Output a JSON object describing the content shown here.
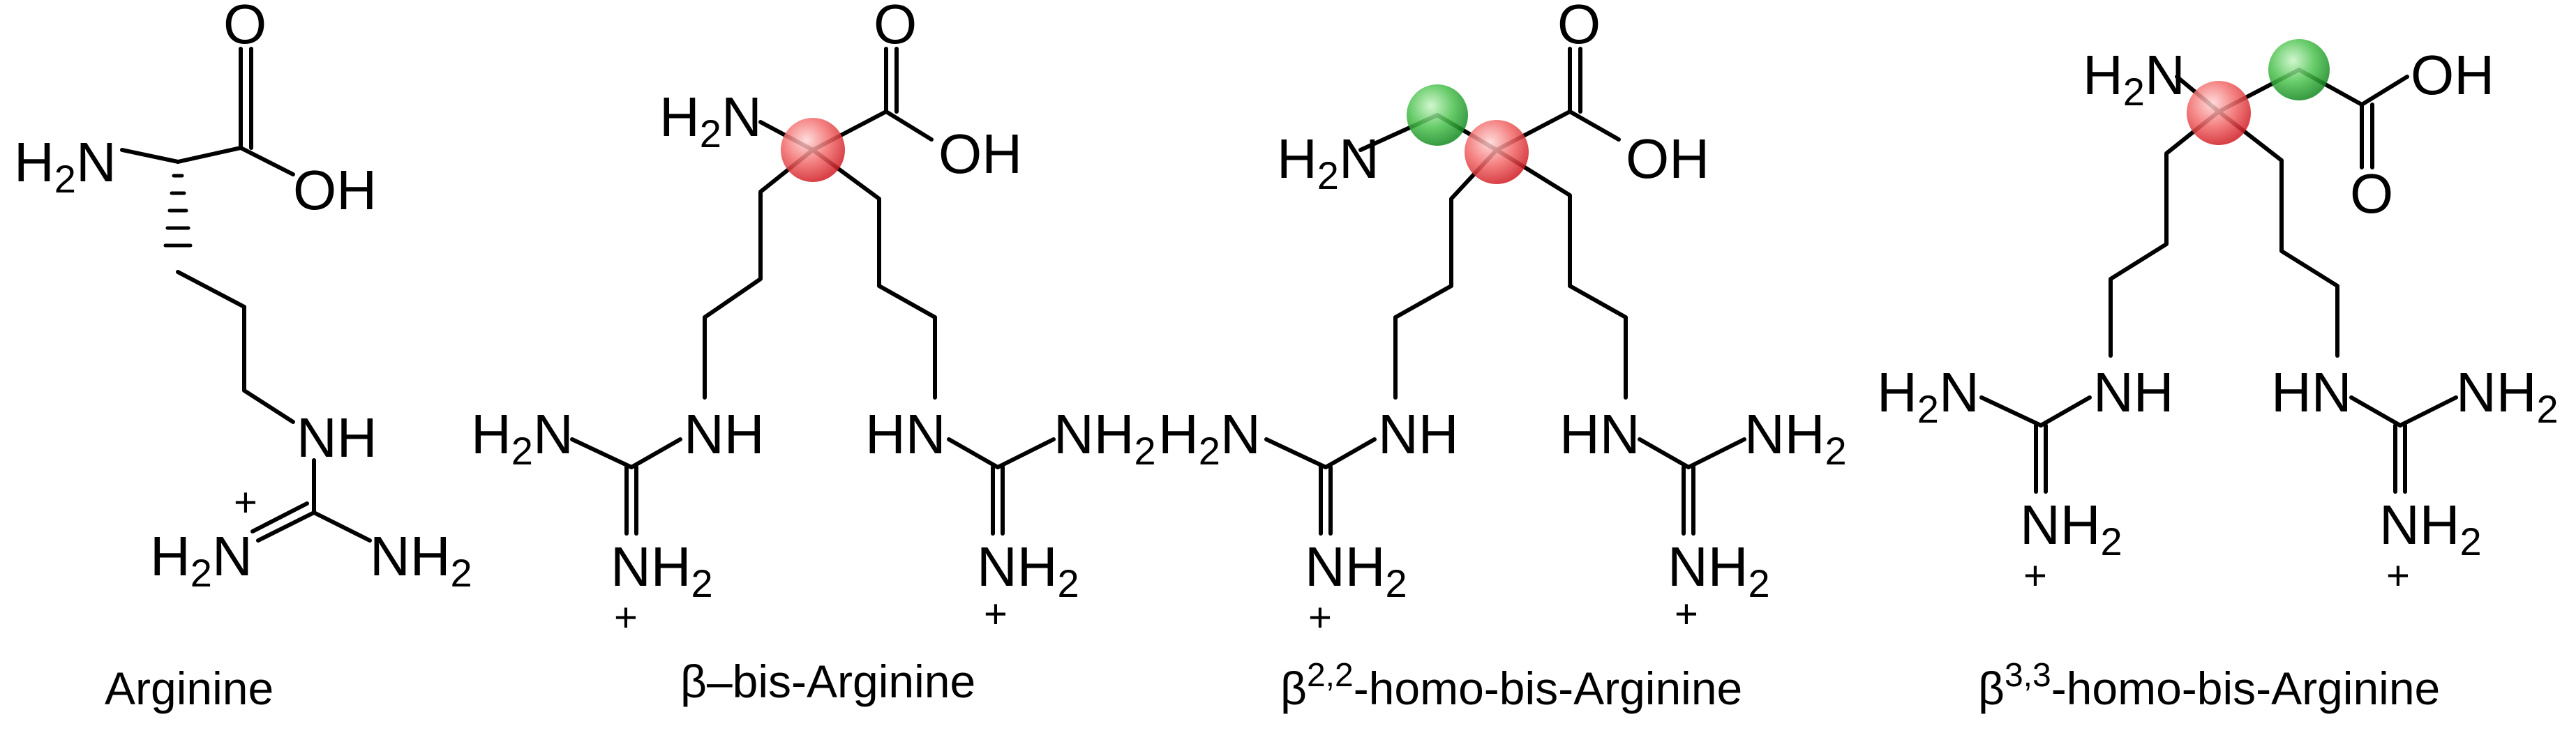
{
  "figure": {
    "highlight_colors": {
      "red": "#e4262e",
      "green": "#1e9b2e"
    },
    "atoms": {
      "H": "H",
      "N": "N",
      "O": "O",
      "OH": "OH",
      "NH": "NH",
      "HN": "HN",
      "sub2": "2",
      "plus": "+"
    },
    "captions": {
      "arginine": "Arginine",
      "beta_bis": "β–bis-Arginine",
      "beta22_prefix": "β",
      "beta22_sup": "2,2",
      "beta22_rest": "-homo-bis-Arginine",
      "beta33_prefix": "β",
      "beta33_sup": "3,3",
      "beta33_rest": "-homo-bis-Arginine"
    }
  }
}
